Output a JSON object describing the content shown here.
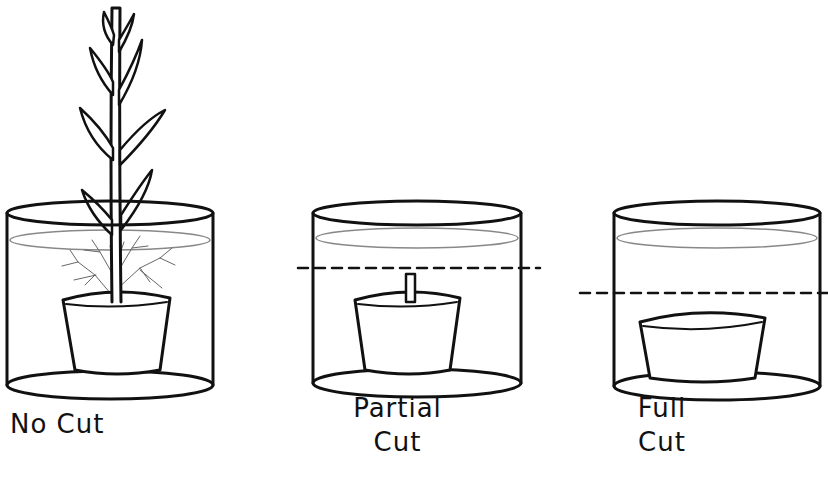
{
  "diagram": {
    "labels": [
      "No Cut",
      "Partial Cut",
      "Full Cut"
    ]
  }
}
